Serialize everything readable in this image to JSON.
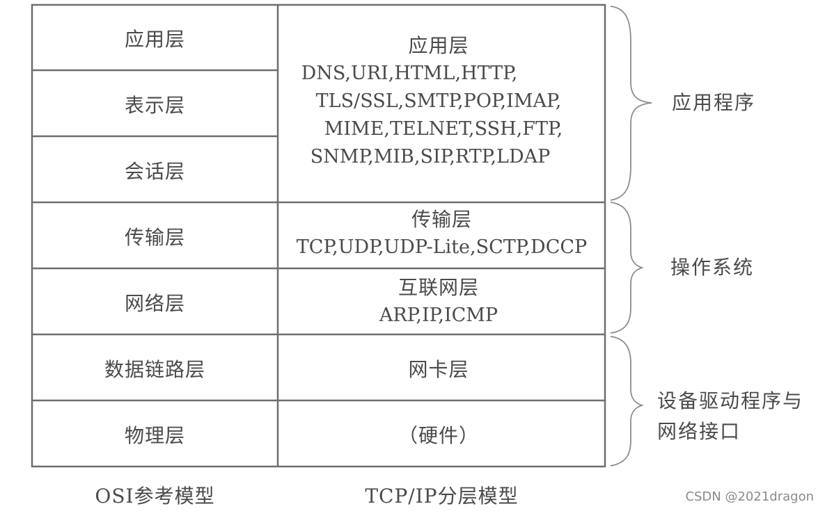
{
  "osi": {
    "layers": [
      "应用层",
      "表示层",
      "会话层",
      "传输层",
      "网络层",
      "数据链路层",
      "物理层"
    ],
    "caption": "OSI参考模型"
  },
  "tcpip": {
    "application": {
      "title": "应用层",
      "protocol_lines": [
        "DNS,URI,HTML,HTTP,",
        "TLS/SSL,SMTP,POP,IMAP,",
        "MIME,TELNET,SSH,FTP,",
        "SNMP,MIB,SIP,RTP,LDAP"
      ]
    },
    "transport": {
      "title": "传输层",
      "protocols": "TCP,UDP,UDP-Lite,SCTP,DCCP"
    },
    "internet": {
      "title": "互联网层",
      "protocols": "ARP,IP,ICMP"
    },
    "link": {
      "title": "网卡层"
    },
    "hardware": {
      "title": "（硬件）"
    },
    "caption": "TCP/IP分层模型"
  },
  "brackets": {
    "application_program": "应用程序",
    "operating_system": "操作系统",
    "driver_line1": "设备驱动程序与",
    "driver_line2": "网络接口"
  },
  "watermark": "CSDN @2021dragon",
  "colors": {
    "line": "#6e6e6e",
    "text": "#4a4a4a",
    "bracket": "#8c8c8c"
  }
}
